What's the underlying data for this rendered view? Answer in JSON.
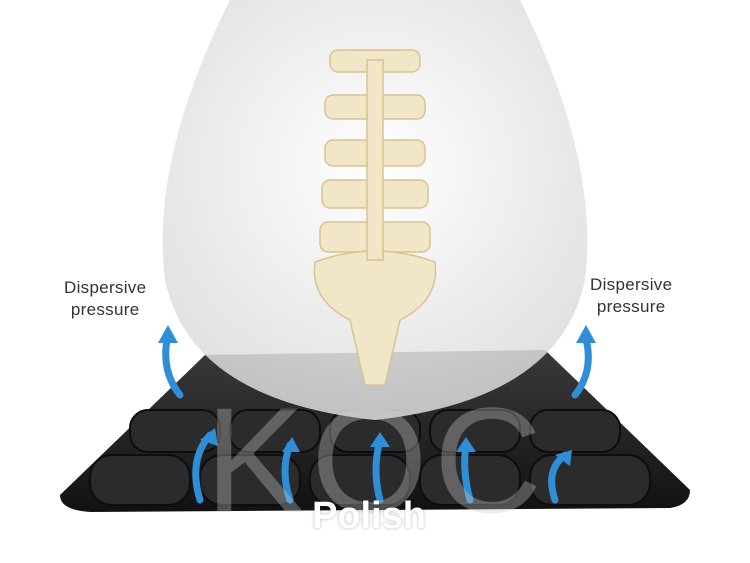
{
  "labels": {
    "left": [
      "Dispersive",
      "pressure"
    ],
    "right": [
      "Dispersive",
      "pressure"
    ]
  },
  "watermark": {
    "text": "KOC",
    "brand": "Polish"
  },
  "colors": {
    "arrow": "#2f8fd6",
    "cushion": "#1c1c1e",
    "bone": "#f1e6c8",
    "body": "#ececec"
  }
}
